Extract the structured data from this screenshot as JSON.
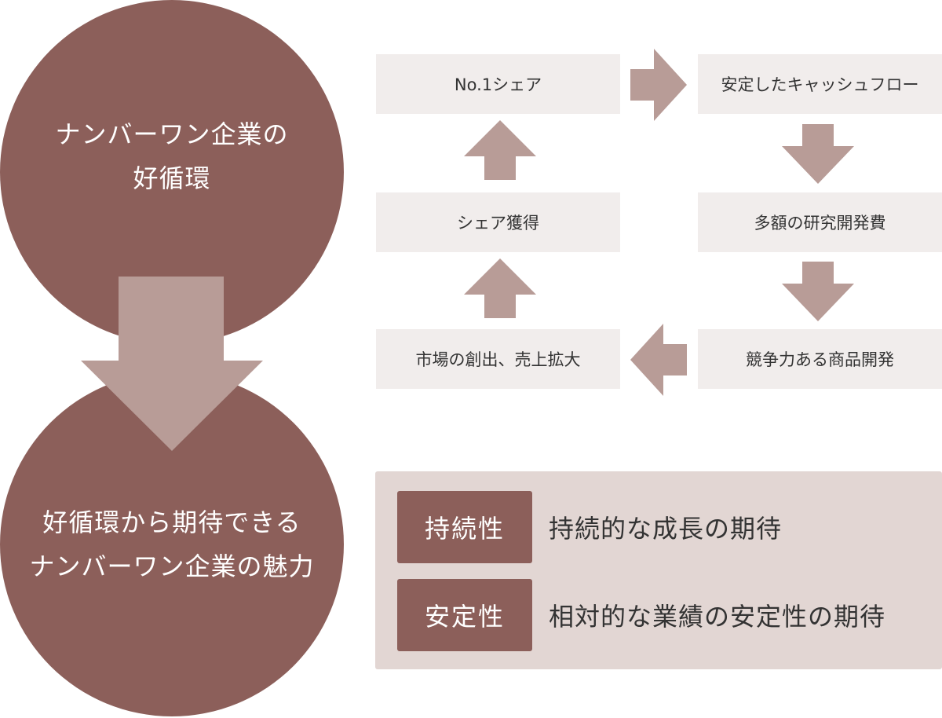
{
  "colors": {
    "circle": "#8c5f5a",
    "arrow": "#b89c97",
    "box_bg": "#f1edec",
    "panel_bg": "#e2d6d3",
    "tag_bg": "#8c5f5a"
  },
  "circle_top": {
    "lines": [
      "ナンバーワン企業の",
      "好循環"
    ]
  },
  "circle_bottom": {
    "lines": [
      "好循環から期待できる",
      "ナンバーワン企業の魅力"
    ]
  },
  "cycle": {
    "share_no1": "No.1シェア",
    "cashflow": "安定したキャッシュフロー",
    "rnd": "多額の研究開発費",
    "product": "競争力ある商品開発",
    "market": "市場の創出、売上拡大",
    "share_gain": "シェア獲得"
  },
  "attributes": [
    {
      "tag": "持続性",
      "description": "持続的な成長の期待"
    },
    {
      "tag": "安定性",
      "description": "相対的な業績の安定性の期待"
    }
  ]
}
